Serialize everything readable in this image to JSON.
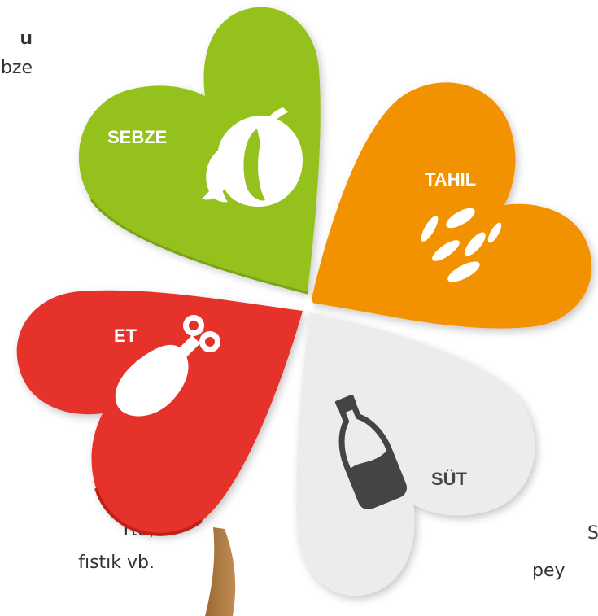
{
  "clover": {
    "leaves": [
      {
        "label": "SEBZE",
        "color": "#95c11f",
        "icon": "pumpkin-icon"
      },
      {
        "label": "TAHIL",
        "color": "#f39200",
        "icon": "grain-icon"
      },
      {
        "label": "ET",
        "color": "#e53229",
        "icon": "drumstick-icon"
      },
      {
        "label": "SÜT",
        "color": "#ececec",
        "icon": "milk-bottle-icon"
      }
    ],
    "stem_color": "#b07d45"
  },
  "side_text": {
    "top_left_line1": "u",
    "top_left_line2": "bze",
    "bottom_left_line1": ",",
    "bottom_left_line2": "rta,",
    "bottom_left_line3": "fıstık vb.",
    "bottom_right_line1": "S",
    "bottom_right_line2": "pey"
  }
}
